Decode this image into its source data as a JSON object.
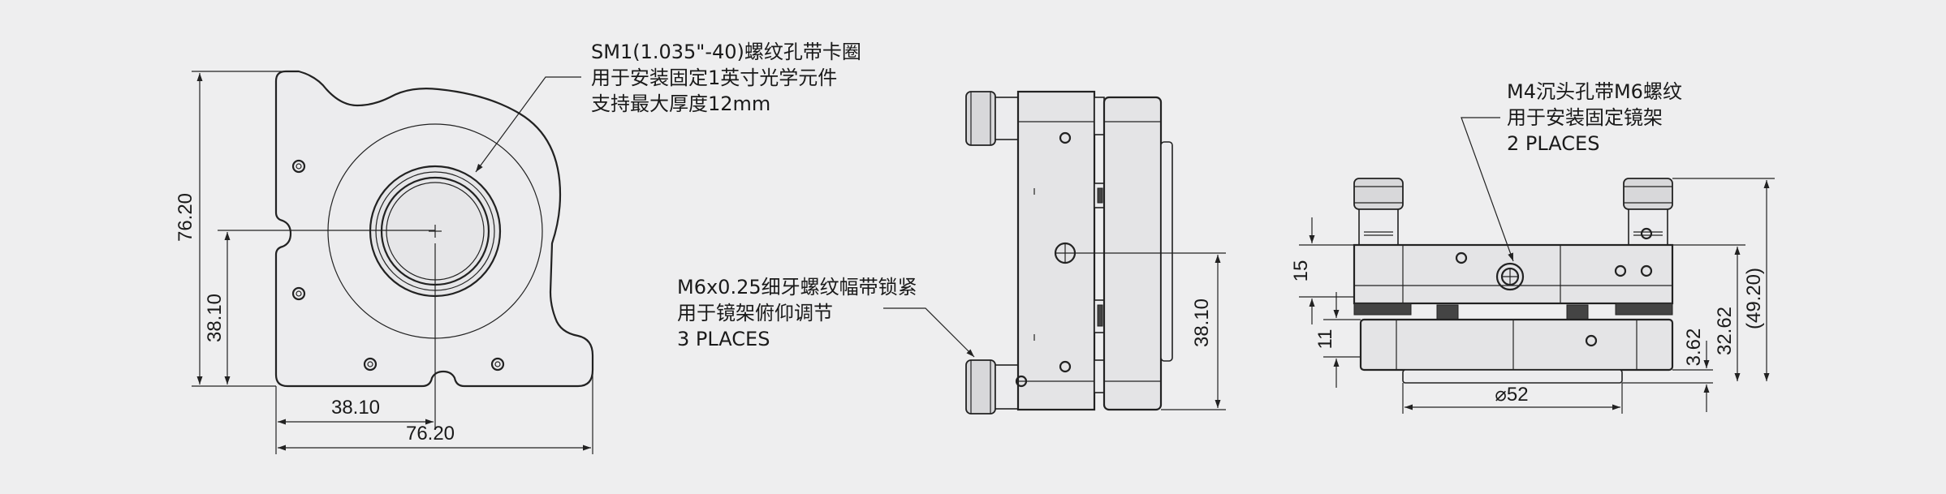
{
  "front_view": {
    "dim_width": "76.20",
    "dim_height": "76.20",
    "dim_center_x": "38.10",
    "dim_center_y": "38.10"
  },
  "notes": {
    "sm1_line1": "SM1(1.035\"-40)螺纹孔带卡圈",
    "sm1_line2": "用于安装固定1英寸光学元件",
    "sm1_line3": "支持最大厚度12mm",
    "adjuster_line1": "M6x0.25细牙螺纹幅带锁紧",
    "adjuster_line2": "用于镜架俯仰调节",
    "adjuster_line3": "3 PLACES",
    "m4_line1": "M4沉头孔带M6螺纹",
    "m4_line2": "用于安装固定镜架",
    "m4_line3": "2 PLACES"
  },
  "side_view": {
    "dim_center_height": "38.10"
  },
  "top_view": {
    "dim_15": "15",
    "dim_11": "11",
    "dim_3_62": "3.62",
    "dim_32_62": "32.62",
    "dim_49_20": "(49.20)",
    "dim_diameter": "⌀52"
  },
  "colors": {
    "background": "#eeeeef",
    "line": "#222222",
    "part_fill": "#e4e4e6"
  }
}
